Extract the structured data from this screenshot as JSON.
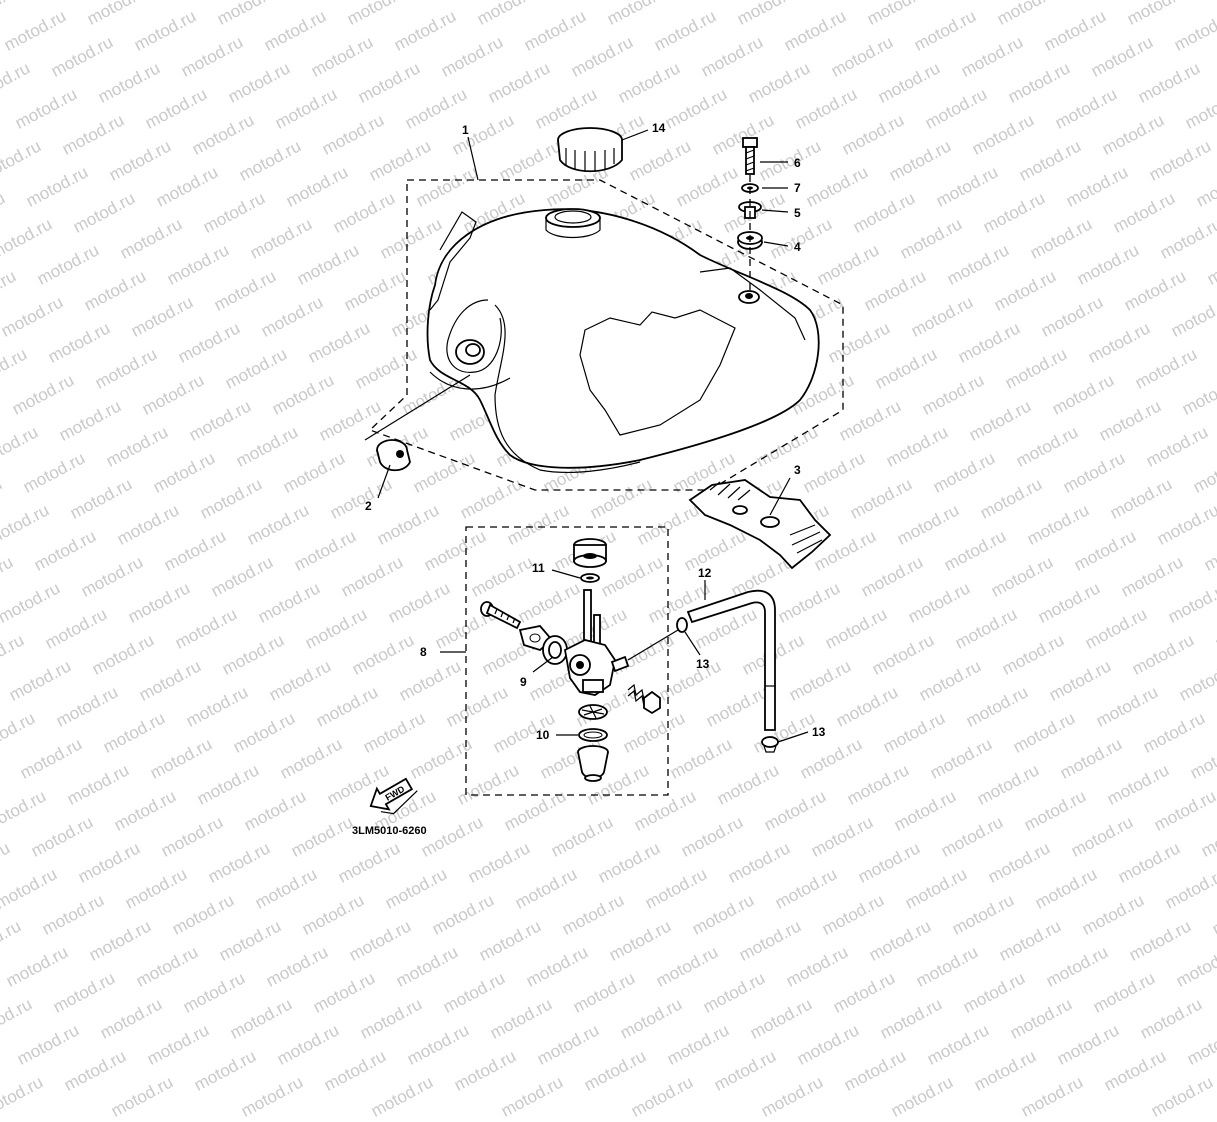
{
  "watermark": "motod.ru",
  "diagram": {
    "part_code": "3LM5010-6260",
    "fwd_label": "FWD",
    "callouts": {
      "n1": "1",
      "n2": "2",
      "n3": "3",
      "n4": "4",
      "n5": "5",
      "n6": "6",
      "n7": "7",
      "n8": "8",
      "n9": "9",
      "n10": "10",
      "n11": "11",
      "n12": "12",
      "n13a": "13",
      "n13b": "13",
      "n14": "14"
    }
  }
}
